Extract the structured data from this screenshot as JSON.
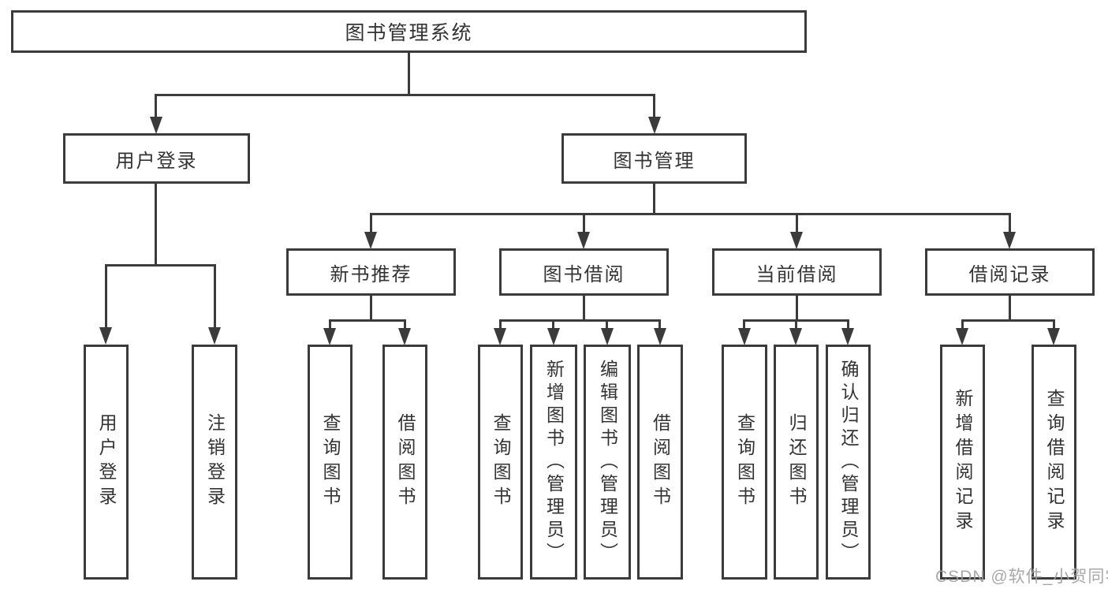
{
  "diagram_type": "hierarchy-tree",
  "tree": {
    "root": {
      "label": "图书管理系统",
      "children": [
        {
          "label": "用户登录",
          "children": [
            {
              "label": "用户登录"
            },
            {
              "label": "注销登录"
            }
          ]
        },
        {
          "label": "图书管理",
          "children": [
            {
              "label": "新书推荐",
              "children": [
                {
                  "label": "查询图书"
                },
                {
                  "label": "借阅图书"
                }
              ]
            },
            {
              "label": "图书借阅",
              "children": [
                {
                  "label": "查询图书"
                },
                {
                  "label": "新增图书（管理员）"
                },
                {
                  "label": "编辑图书（管理员）"
                },
                {
                  "label": "借阅图书"
                }
              ]
            },
            {
              "label": "当前借阅",
              "children": [
                {
                  "label": "查询图书"
                },
                {
                  "label": "归还图书"
                },
                {
                  "label": "确认归还（管理员）"
                }
              ]
            },
            {
              "label": "借阅记录",
              "children": [
                {
                  "label": "新增借阅记录"
                },
                {
                  "label": "查询借阅记录"
                }
              ]
            }
          ]
        }
      ]
    }
  },
  "watermark": {
    "text": "CSDN @软件_小贺同学"
  },
  "colors": {
    "line": "#3b3b3b",
    "text": "#333333",
    "background": "#ffffff",
    "watermark": "#9e9e9e"
  }
}
